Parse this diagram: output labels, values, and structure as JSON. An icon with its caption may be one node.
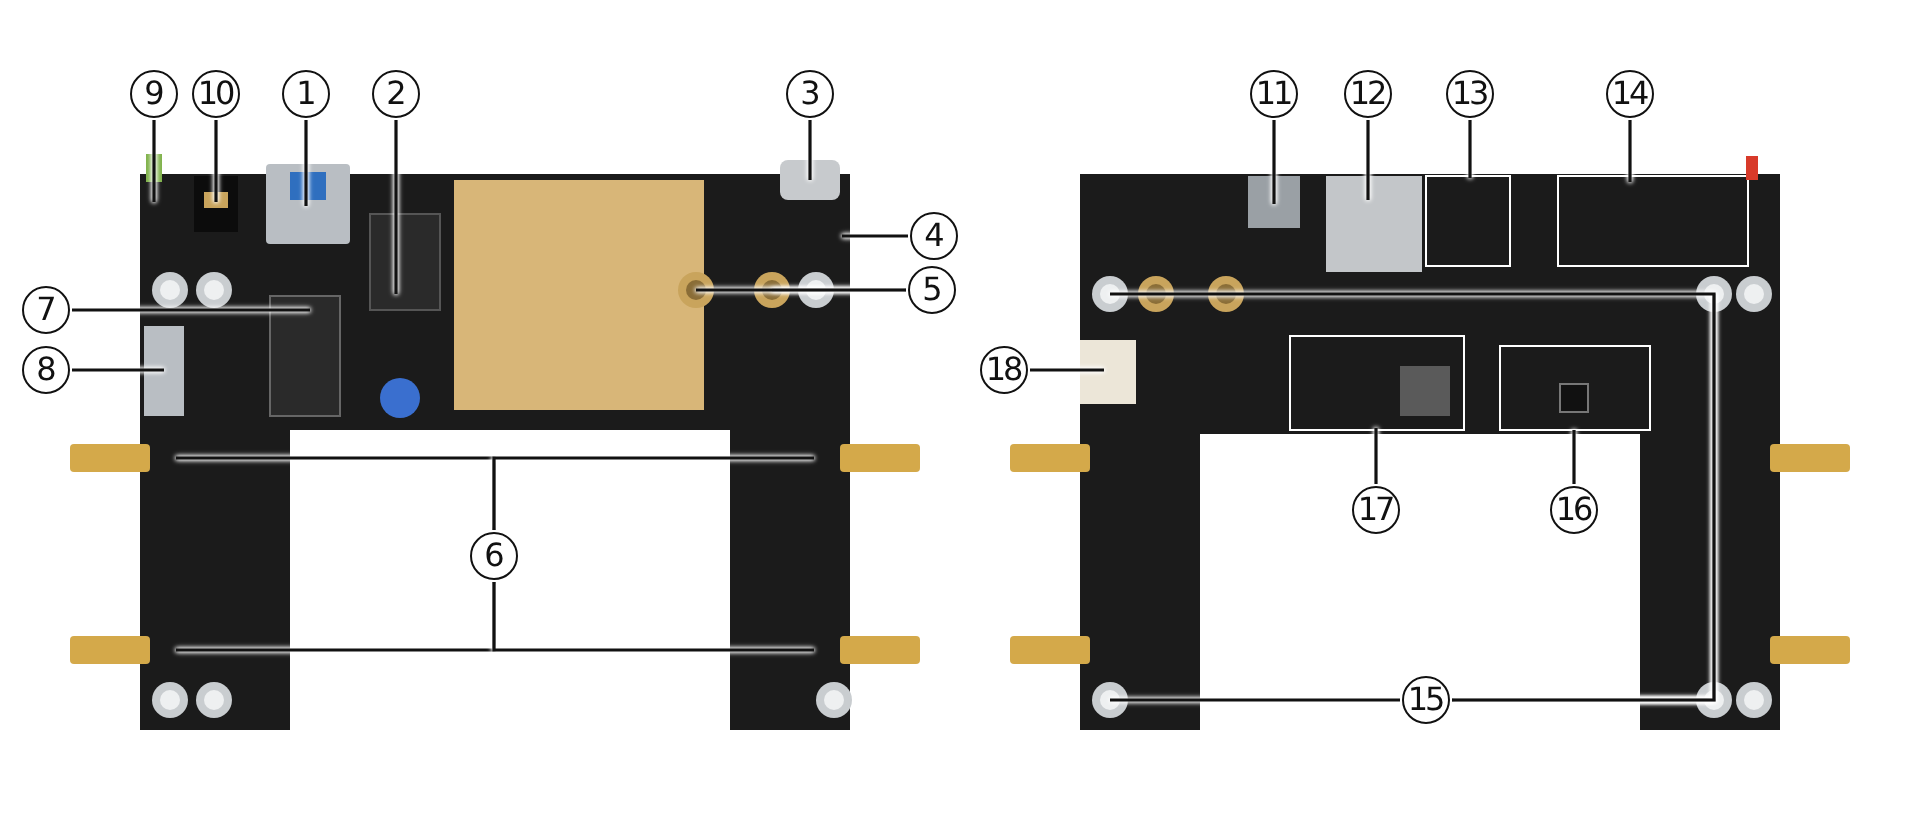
{
  "diagram": {
    "nodes": [
      {
        "text": [
          "1"
        ]
      },
      {
        "text": [
          "2"
        ]
      },
      {
        "text": [
          "3"
        ]
      },
      {
        "text": [
          "4"
        ]
      },
      {
        "text": [
          "5"
        ]
      },
      {
        "text": [
          "6"
        ]
      },
      {
        "text": [
          "7"
        ]
      },
      {
        "text": [
          "8"
        ]
      },
      {
        "text": [
          "9"
        ]
      },
      {
        "text": [
          "10"
        ]
      },
      {
        "text": [
          "11"
        ]
      },
      {
        "text": [
          "12"
        ]
      },
      {
        "text": [
          "13"
        ]
      },
      {
        "text": [
          "14"
        ]
      },
      {
        "text": [
          "15"
        ]
      },
      {
        "text": [
          "16"
        ]
      },
      {
        "text": [
          "17"
        ]
      },
      {
        "text": [
          "18"
        ]
      }
    ],
    "edges": [
      {
        "from": 0,
        "to": null,
        "arrow": "none"
      },
      {
        "from": 1,
        "to": null,
        "arrow": "none"
      },
      {
        "from": 2,
        "to": null,
        "arrow": "none"
      },
      {
        "from": 3,
        "to": null,
        "arrow": "none"
      },
      {
        "from": 4,
        "to": null,
        "arrow": "none"
      },
      {
        "from": 4,
        "to": null,
        "arrow": "none"
      },
      {
        "from": 5,
        "to": null,
        "arrow": "none"
      },
      {
        "from": 5,
        "to": null,
        "arrow": "none"
      },
      {
        "from": 5,
        "to": null,
        "arrow": "none"
      },
      {
        "from": 5,
        "to": null,
        "arrow": "none"
      },
      {
        "from": 6,
        "to": null,
        "arrow": "none"
      },
      {
        "from": 7,
        "to": null,
        "arrow": "none"
      },
      {
        "from": 8,
        "to": null,
        "arrow": "none"
      },
      {
        "from": 9,
        "to": null,
        "arrow": "none"
      },
      {
        "from": 10,
        "to": null,
        "arrow": "none"
      },
      {
        "from": 11,
        "to": null,
        "arrow": "none"
      },
      {
        "from": 12,
        "to": null,
        "arrow": "none"
      },
      {
        "from": 13,
        "to": null,
        "arrow": "none"
      },
      {
        "from": 14,
        "to": null,
        "arrow": "none"
      },
      {
        "from": 14,
        "to": null,
        "arrow": "none"
      },
      {
        "from": 14,
        "to": null,
        "arrow": "none"
      },
      {
        "from": 14,
        "to": null,
        "arrow": "none"
      },
      {
        "from": 15,
        "to": null,
        "arrow": "none"
      },
      {
        "from": 16,
        "to": null,
        "arrow": "none"
      },
      {
        "from": 17,
        "to": null,
        "arrow": "none"
      }
    ]
  }
}
